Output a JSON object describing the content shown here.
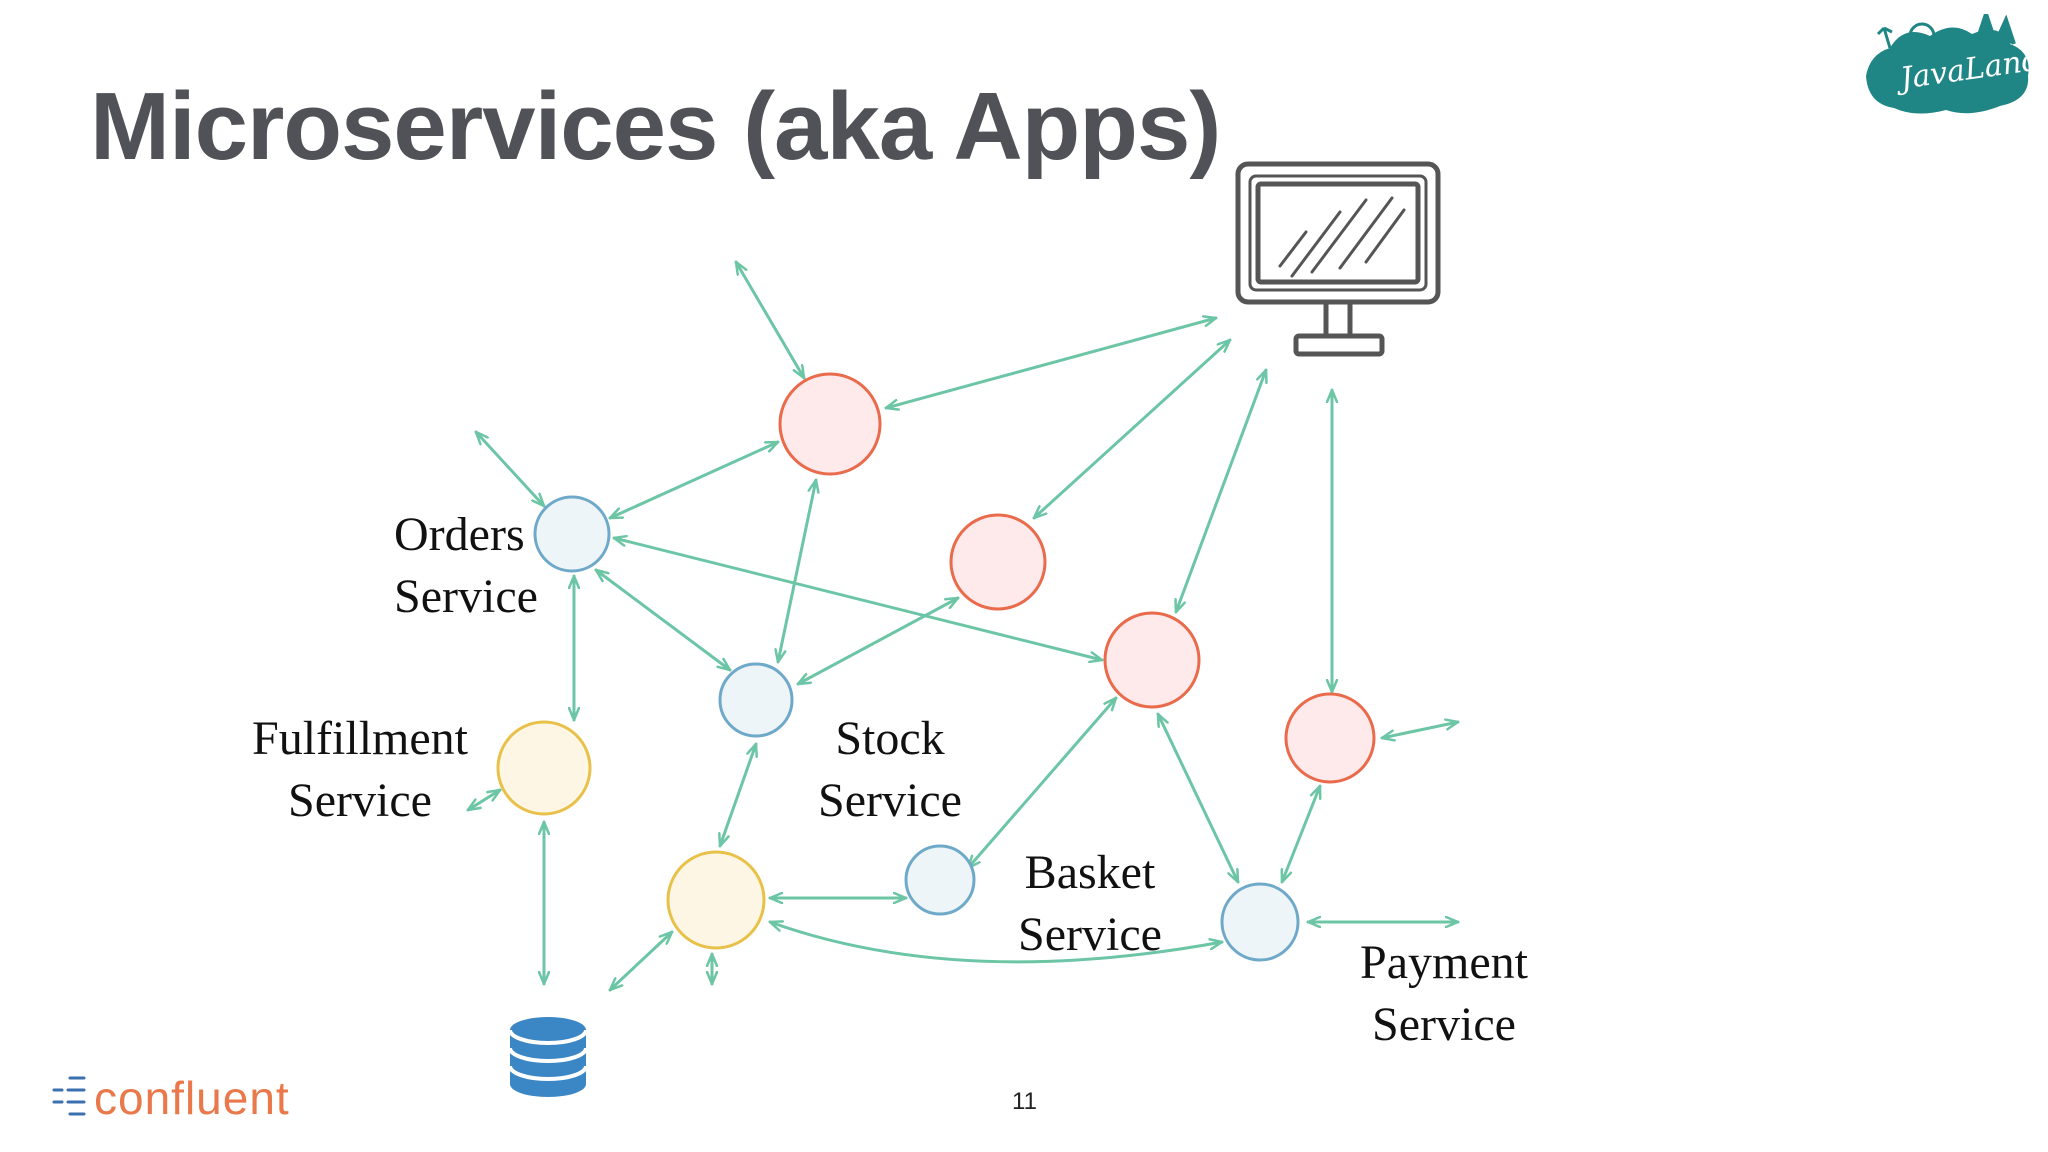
{
  "slide": {
    "title": "Microservices (aka Apps)",
    "page_number": "11"
  },
  "labels": {
    "orders": [
      "Orders",
      "Service"
    ],
    "fulfillment": [
      "Fulfillment",
      "Service"
    ],
    "stock": [
      "Stock",
      "Service"
    ],
    "basket": [
      "Basket",
      "Service"
    ],
    "payment": [
      "Payment",
      "Service"
    ]
  },
  "branding": {
    "company": "confluent",
    "conference": "JavaLand"
  },
  "colors": {
    "title": "#505258",
    "arrow": "#6cc5a5",
    "blue_node_stroke": "#6fa9c9",
    "blue_node_fill": "#edf5f9",
    "red_node_stroke": "#ea6a4c",
    "red_node_fill": "#feeaea",
    "yellow_node_stroke": "#e8c14a",
    "yellow_node_fill": "#fdf6e4",
    "database": "#3b86c4",
    "brand": "#e9784a",
    "conference_badge": "#1f8585"
  },
  "icons": {
    "client": "monitor-icon",
    "storage": "database-icon"
  }
}
